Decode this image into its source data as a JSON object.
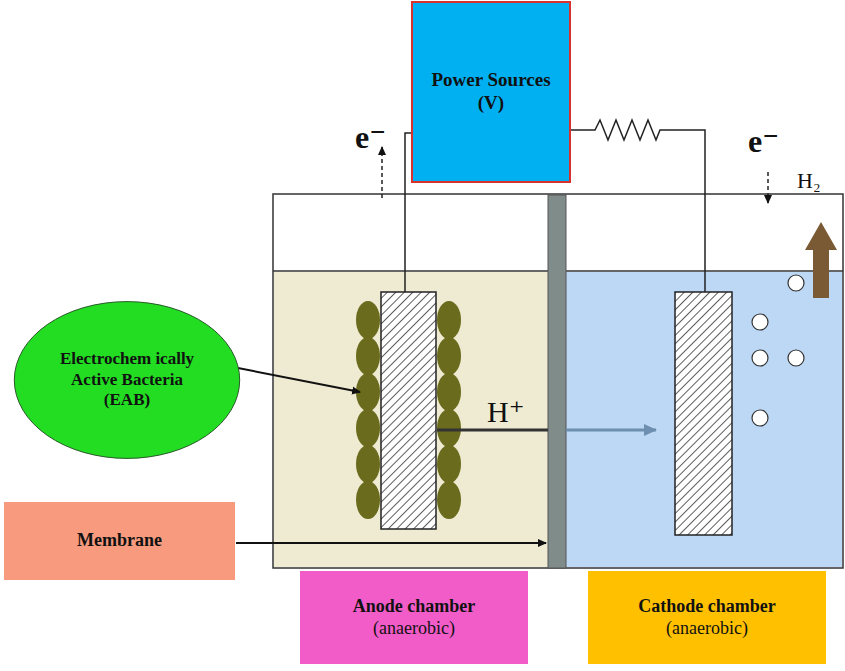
{
  "diagram": {
    "nodes": [
      {
        "text": [
          "Power Sources (V)"
        ]
      },
      {
        "text": [
          "Electrochem ically Active Bacteria (EAB)"
        ]
      },
      {
        "text": [
          "Membrane"
        ]
      },
      {
        "text": [
          "Anode chamber",
          "(anaerobic)"
        ]
      },
      {
        "text": [
          "Cathode chamber",
          "(anaerobic)"
        ]
      }
    ],
    "labels": [
      "e⁻",
      "e⁻",
      "H₂",
      "H⁺"
    ]
  }
}
